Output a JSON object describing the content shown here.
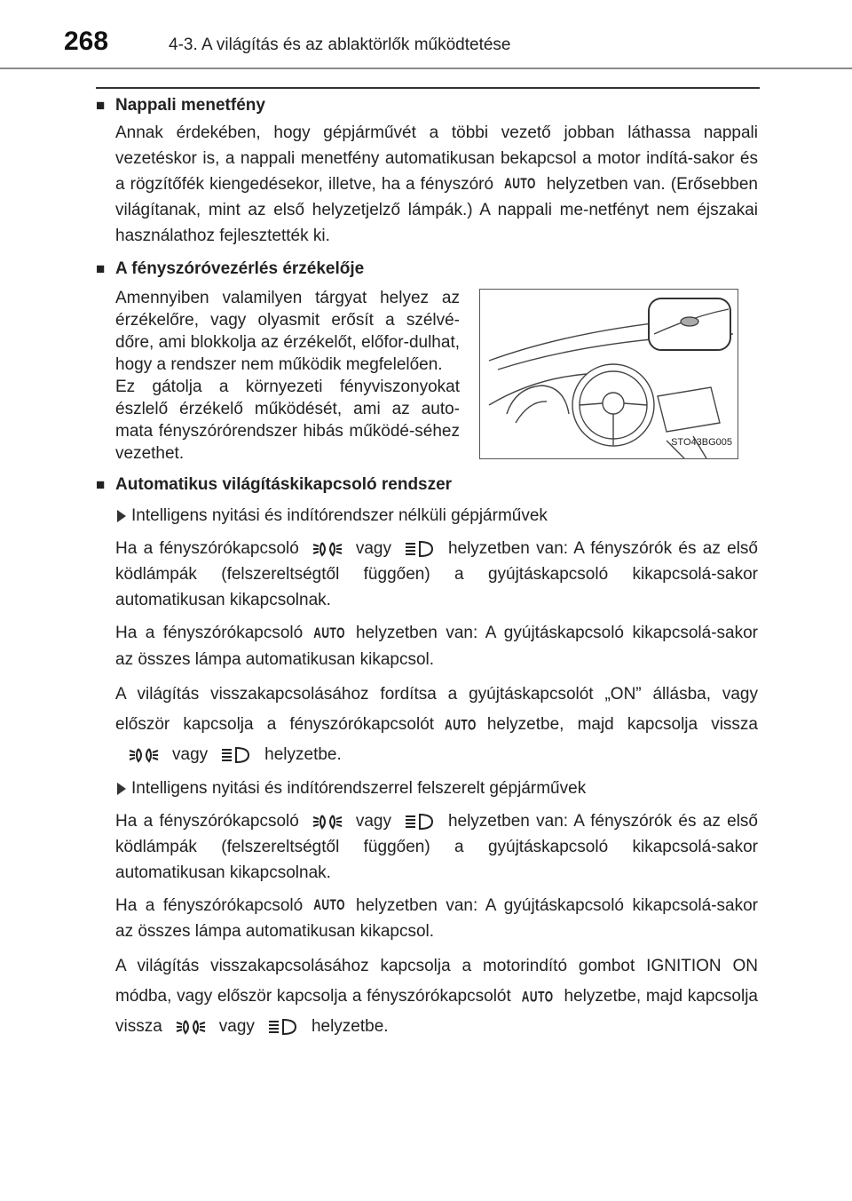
{
  "header": {
    "page_number": "268",
    "section_title": "4-3. A világítás és az ablaktörlők működtetése"
  },
  "s1": {
    "heading": "Nappali menetfény",
    "p_a": "Annak érdekében, hogy gépjárművét a többi vezető jobban láthassa nappali vezetéskor is, a nappali menetfény automatikusan bekapcsol a motor indítá-sakor és a rögzítőfék kiengedésekor, illetve, ha a fényszóró",
    "p_b": "helyzetben van. (Erősebben világítanak, mint az első helyzetjelző lámpák.) A nappali me-netfényt nem éjszakai használathoz fejlesztették ki."
  },
  "s2": {
    "heading": "A fényszóróvezérlés érzékelője",
    "text": "Amennyiben valamilyen tárgyat helyez az érzékelőre, vagy olyasmit erősít a szélvé-dőre, ami blokkolja az érzékelőt, előfor-dulhat, hogy a rendszer nem működik megfelelően.\nEz gátolja a környezeti fényviszonyokat észlelő érzékelő működését, ami az auto-mata fényszórórendszer hibás működé-séhez vezethet.",
    "figure_label": "STO43BG005"
  },
  "icons": {
    "auto_label": "AUTO"
  },
  "s3": {
    "heading": "Automatikus világításkikapcsoló rendszer",
    "sub1": "Intelligens nyitási és indítórendszer nélküli gépjárművek",
    "sub1_p1_a": "Ha a fényszórókapcsoló",
    "sub1_p1_b": "vagy",
    "sub1_p1_c": "helyzetben van: A fényszórók és az első ködlámpák (felszereltségtől függően) a gyújtáskapcsoló kikapcsolá-sakor automatikusan kikapcsolnak.",
    "sub1_p2_a": "Ha a fényszórókapcsoló",
    "sub1_p2_b": "helyzetben van: A gyújtáskapcsoló kikapcsolá-sakor az összes lámpa automatikusan kikapcsol.",
    "sub1_p3_a": "A világítás visszakapcsolásához fordítsa a gyújtáskapcsolót „ON” állásba, vagy először kapcsolja a fényszórókapcsolót",
    "sub1_p3_b": "helyzetbe, majd kapcsolja vissza",
    "sub1_p3_c": "vagy",
    "sub1_p3_d": "helyzetbe.",
    "sub2": "Intelligens nyitási és indítórendszerrel felszerelt gépjárművek",
    "sub2_p1_a": "Ha a fényszórókapcsoló",
    "sub2_p1_b": "vagy",
    "sub2_p1_c": "helyzetben van: A fényszórók és az első ködlámpák (felszereltségtől függően) a gyújtáskapcsoló kikapcsolá-sakor automatikusan kikapcsolnak.",
    "sub2_p2_a": "Ha a fényszórókapcsoló",
    "sub2_p2_b": "helyzetben van: A gyújtáskapcsoló kikapcsolá-sakor az összes lámpa automatikusan kikapcsol.",
    "sub2_p3_a": "A világítás visszakapcsolásához kapcsolja a motorindító gombot IGNITION ON módba, vagy először kapcsolja a fényszórókapcsolót",
    "sub2_p3_b": "helyzetbe, majd kapcsolja vissza",
    "sub2_p3_c": "vagy",
    "sub2_p3_d": "helyzetbe."
  }
}
